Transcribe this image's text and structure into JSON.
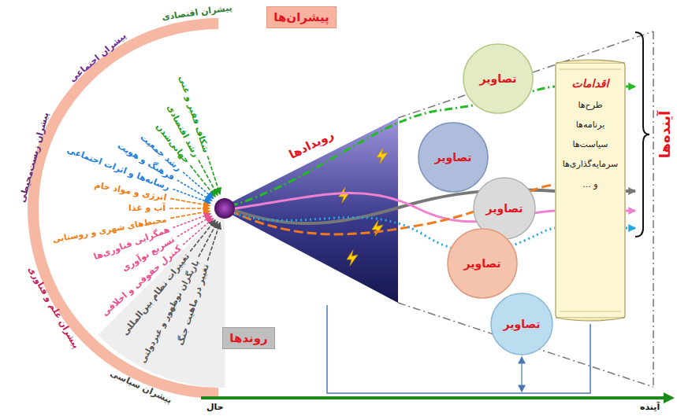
{
  "diagram": {
    "nodes": [
      {
        "text": [
          "پیشران‌ها"
        ]
      },
      {
        "text": [
          "روندها"
        ]
      },
      {
        "text": [
          "تصاویر"
        ]
      },
      {
        "text": [
          "تصاویر"
        ]
      },
      {
        "text": [
          "تصاویر"
        ]
      },
      {
        "text": [
          "تصاویر"
        ]
      },
      {
        "text": [
          "تصاویر"
        ]
      },
      {
        "text": [
          "اقدامات",
          "طرح‌ها",
          "برنامه‌ها",
          "سیاست‌ها",
          "سرمایه‌گذاری‌ها",
          "و ..."
        ]
      },
      {
        "text": [
          "آینده‌ها"
        ]
      }
    ],
    "edges": [
      {
        "from": 7,
        "to": 8,
        "arrow": "to"
      },
      {
        "from": 7,
        "to": 8,
        "arrow": "to"
      },
      {
        "from": 7,
        "to": 8,
        "arrow": "to"
      },
      {
        "from": 7,
        "to": 8,
        "arrow": "to"
      }
    ],
    "labels": [
      "پیشران اقتصادی",
      "پیشران اجتماعی",
      "پیشران زیست‌محیطی",
      "پیشران علم و فناوری",
      "پیشران سیاسی",
      "شکاف فقیر و غنی",
      "رشد اقتصادی",
      "جهانی‌شدن",
      "رشد جمعیت",
      "فرهنگ و هویت",
      "رسانه‌ها و اثرات اجتماعی",
      "انرژی و مواد خام",
      "آب و غذا",
      "محیط‌های شهری و روستایی",
      "همگرایی فناوری‌ها",
      "تسریع نوآوری",
      "کنترل حقوقی و اخلاقی",
      "تغییرات نظام بین‌المللی",
      "بازیگران نوظهور و غیردولتی",
      "تغییر در ماهیت جنگ",
      "رویدادها",
      "حال",
      "آینده"
    ]
  }
}
